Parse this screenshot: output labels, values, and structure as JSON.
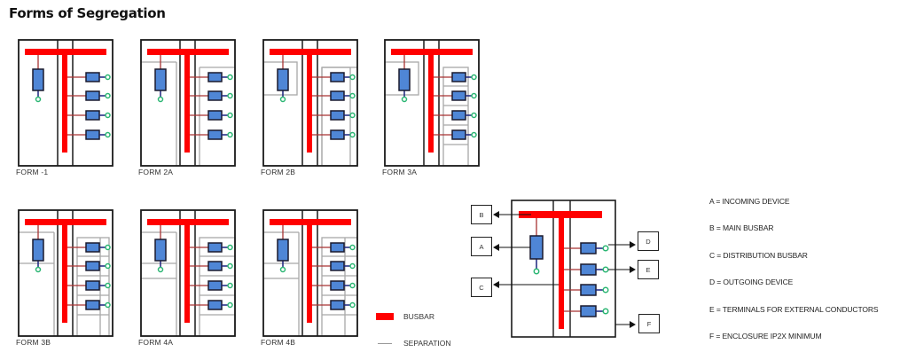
{
  "page": {
    "title": "Forms of Segregation"
  },
  "colors": {
    "busbar": "#ff0000",
    "feeder": "#a83232",
    "device_fill": "#4f86d6",
    "device_border": "#1a1a2e",
    "terminal": "#2bb673",
    "terminal_link": "#1a237e",
    "enclosure": "#1a1a1a",
    "separation": "#a8a8a8"
  },
  "forms": [
    {
      "label": "FORM -1",
      "incomer_sep": "none",
      "outgoing_sep": "none"
    },
    {
      "label": "FORM 2A",
      "incomer_sep": "compartment",
      "outgoing_sep": "group"
    },
    {
      "label": "FORM 2B",
      "incomer_sep": "enclosed",
      "outgoing_sep": "group"
    },
    {
      "label": "FORM 3A",
      "incomer_sep": "enclosed",
      "outgoing_sep": "individual"
    },
    {
      "label": "FORM 3B",
      "incomer_sep": "enclosed-terminal",
      "outgoing_sep": "individual-terminal"
    },
    {
      "label": "FORM 4A",
      "incomer_sep": "enclosed-terminal-split",
      "outgoing_sep": "individual-with-terminals"
    },
    {
      "label": "FORM 4B",
      "incomer_sep": "enclosed-terminal-split",
      "outgoing_sep": "individual-with-terminal-column"
    }
  ],
  "legend": {
    "busbar": "BUSBAR",
    "separation": "SEPARATION"
  },
  "key": {
    "boxes": [
      "B",
      "A",
      "C",
      "D",
      "E",
      "F"
    ],
    "definitions": [
      "A = INCOMING DEVICE",
      "B = MAIN BUSBAR",
      "C = DISTRIBUTION BUSBAR",
      "D = OUTGOING DEVICE",
      "E = TERMINALS FOR EXTERNAL CONDUCTORS",
      "F = ENCLOSURE IP2X MINIMUM"
    ]
  }
}
